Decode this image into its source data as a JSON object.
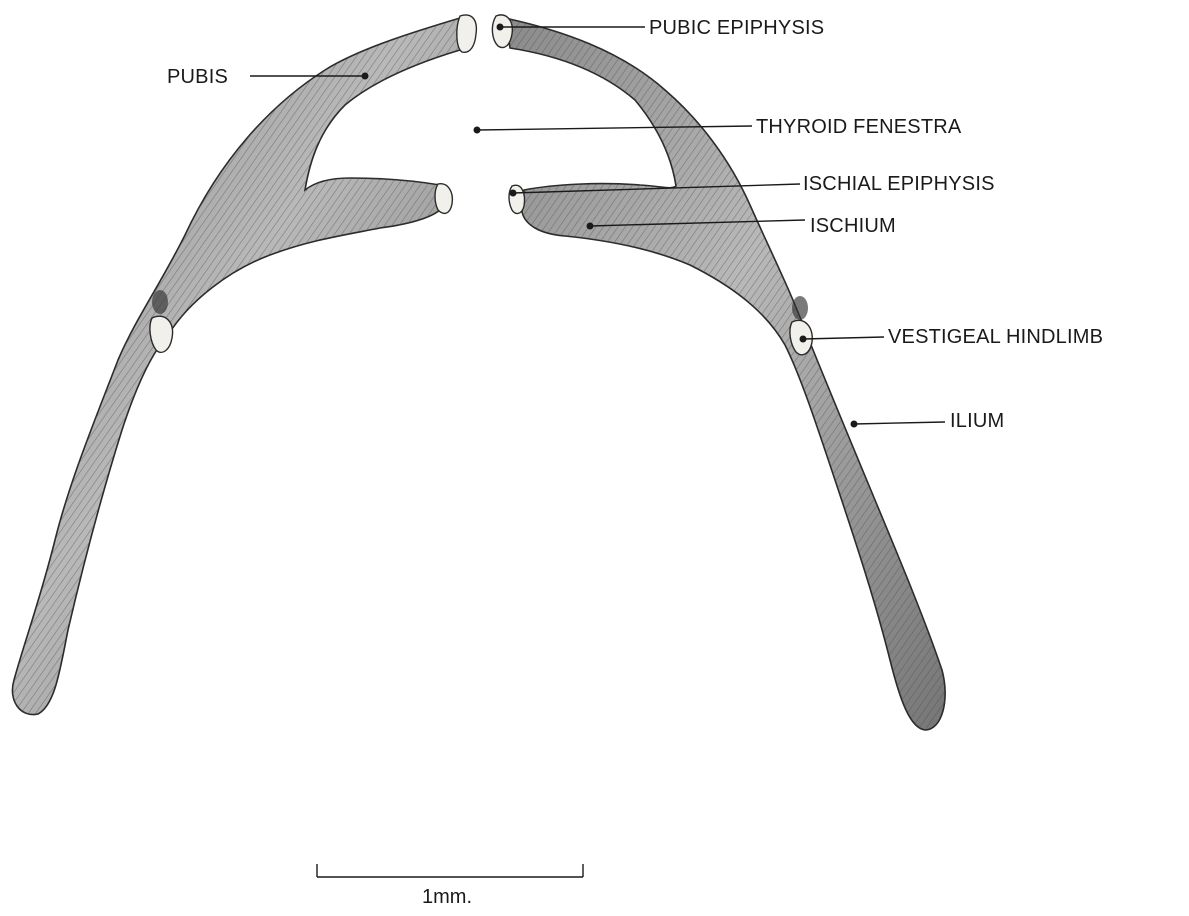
{
  "labels": {
    "pubic_epiphysis": "PUBIC EPIPHYSIS",
    "pubis": "PUBIS",
    "thyroid_fenestra": "THYROID FENESTRA",
    "ischial_epiphysis": "ISCHIAL EPIPHYSIS",
    "ischium": "ISCHIUM",
    "vestigeal_hindlimb": "VESTIGEAL HINDLIMB",
    "ilium": "ILIUM"
  },
  "scale_bar": {
    "label": "1mm."
  },
  "colors": {
    "bone_light": "#b8b8b8",
    "bone_dark": "#6e6e6e",
    "outline": "#2b2b2b",
    "epiphysis": "#f2f0ea",
    "ink": "#1a1a1a"
  }
}
